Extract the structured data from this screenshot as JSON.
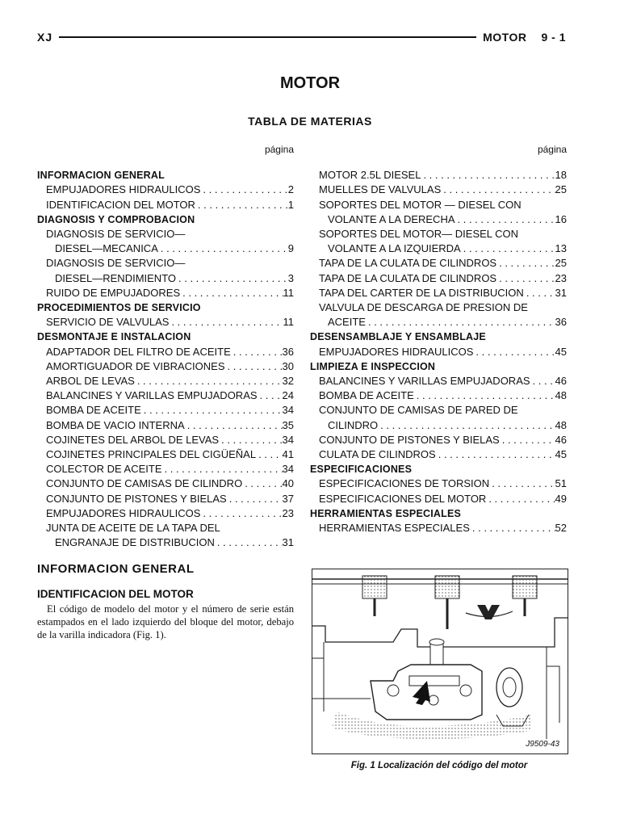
{
  "header": {
    "left": "XJ",
    "section": "MOTOR",
    "page": "9 - 1"
  },
  "title": "MOTOR",
  "toc_title": "TABLA DE MATERIAS",
  "col1": {
    "page_label": "página",
    "items": [
      {
        "type": "section",
        "text": "INFORMACION GENERAL"
      },
      {
        "type": "entry",
        "text": "EMPUJADORES HIDRAULICOS",
        "page": "2"
      },
      {
        "type": "entry",
        "text": "IDENTIFICACION DEL MOTOR",
        "page": "1"
      },
      {
        "type": "section",
        "text": "DIAGNOSIS Y COMPROBACION"
      },
      {
        "type": "line",
        "text": "DIAGNOSIS DE SERVICIO—"
      },
      {
        "type": "entry",
        "indent": 2,
        "text": "DIESEL—MECANICA",
        "page": "9"
      },
      {
        "type": "line",
        "text": "DIAGNOSIS DE SERVICIO—"
      },
      {
        "type": "entry",
        "indent": 2,
        "text": "DIESEL—RENDIMIENTO",
        "page": "3"
      },
      {
        "type": "entry",
        "text": "RUIDO DE EMPUJADORES",
        "page": "11"
      },
      {
        "type": "section",
        "text": "PROCEDIMIENTOS DE SERVICIO"
      },
      {
        "type": "entry",
        "text": "SERVICIO DE VALVULAS",
        "page": "11"
      },
      {
        "type": "section",
        "text": "DESMONTAJE E INSTALACION"
      },
      {
        "type": "entry",
        "text": "ADAPTADOR DEL FILTRO DE ACEITE",
        "page": "36"
      },
      {
        "type": "entry",
        "text": "AMORTIGUADOR DE VIBRACIONES",
        "page": "30"
      },
      {
        "type": "entry",
        "text": "ARBOL DE LEVAS",
        "page": "32"
      },
      {
        "type": "entry",
        "text": "BALANCINES Y VARILLAS EMPUJADORAS",
        "page": "24"
      },
      {
        "type": "entry",
        "text": "BOMBA DE ACEITE",
        "page": "34"
      },
      {
        "type": "entry",
        "text": "BOMBA DE VACIO INTERNA",
        "page": "35"
      },
      {
        "type": "entry",
        "text": "COJINETES DEL ARBOL DE LEVAS",
        "page": "34"
      },
      {
        "type": "entry",
        "text": "COJINETES PRINCIPALES DEL CIGÜEÑAL",
        "page": "41"
      },
      {
        "type": "entry",
        "text": "COLECTOR DE ACEITE",
        "page": "34"
      },
      {
        "type": "entry",
        "text": "CONJUNTO DE CAMISAS DE CILINDRO",
        "page": "40"
      },
      {
        "type": "entry",
        "text": "CONJUNTO DE PISTONES Y BIELAS",
        "page": "37"
      },
      {
        "type": "entry",
        "text": "EMPUJADORES HIDRAULICOS",
        "page": "23"
      },
      {
        "type": "line",
        "text": "JUNTA DE ACEITE DE LA TAPA DEL"
      },
      {
        "type": "entry",
        "indent": 2,
        "text": "ENGRANAJE DE DISTRIBUCION",
        "page": "31"
      }
    ]
  },
  "col2": {
    "page_label": "página",
    "items": [
      {
        "type": "entry",
        "text": "MOTOR 2.5L DIESEL",
        "page": "18"
      },
      {
        "type": "entry",
        "text": "MUELLES DE VALVULAS",
        "page": "25"
      },
      {
        "type": "line",
        "text": "SOPORTES DEL MOTOR — DIESEL CON"
      },
      {
        "type": "entry",
        "indent": 2,
        "text": "VOLANTE A LA DERECHA",
        "page": "16"
      },
      {
        "type": "line",
        "text": "SOPORTES DEL MOTOR— DIESEL CON"
      },
      {
        "type": "entry",
        "indent": 2,
        "text": "VOLANTE A LA IZQUIERDA",
        "page": "13"
      },
      {
        "type": "entry",
        "text": "TAPA DE LA CULATA DE CILINDROS",
        "page": "25"
      },
      {
        "type": "entry",
        "text": "TAPA DE LA CULATA DE CILINDROS",
        "page": "23"
      },
      {
        "type": "entry",
        "text": "TAPA DEL CARTER DE LA DISTRIBUCION",
        "page": "31"
      },
      {
        "type": "line",
        "text": "VALVULA DE DESCARGA DE PRESION DE"
      },
      {
        "type": "entry",
        "indent": 2,
        "text": "ACEITE",
        "page": "36"
      },
      {
        "type": "section",
        "text": "DESENSAMBLAJE Y ENSAMBLAJE"
      },
      {
        "type": "entry",
        "text": "EMPUJADORES HIDRAULICOS",
        "page": "45"
      },
      {
        "type": "section",
        "text": "LIMPIEZA E INSPECCION"
      },
      {
        "type": "entry",
        "text": "BALANCINES Y VARILLAS EMPUJADORAS",
        "page": "46"
      },
      {
        "type": "entry",
        "text": "BOMBA DE ACEITE",
        "page": "48"
      },
      {
        "type": "line",
        "text": "CONJUNTO DE CAMISAS DE PARED DE"
      },
      {
        "type": "entry",
        "indent": 2,
        "text": "CILINDRO",
        "page": "48"
      },
      {
        "type": "entry",
        "text": "CONJUNTO DE PISTONES Y BIELAS",
        "page": "46"
      },
      {
        "type": "entry",
        "text": "CULATA DE CILINDROS",
        "page": "45"
      },
      {
        "type": "section",
        "text": "ESPECIFICACIONES"
      },
      {
        "type": "entry",
        "text": "ESPECIFICACIONES DE TORSION",
        "page": "51"
      },
      {
        "type": "entry",
        "text": "ESPECIFICACIONES DEL MOTOR",
        "page": "49"
      },
      {
        "type": "section",
        "text": "HERRAMIENTAS ESPECIALES"
      },
      {
        "type": "entry",
        "text": "HERRAMIENTAS ESPECIALES",
        "page": "52"
      }
    ]
  },
  "section_heading": "INFORMACION GENERAL",
  "subsection_heading": "IDENTIFICACION DEL MOTOR",
  "body_text": "El código de modelo del motor y el número de serie están estampados en el lado izquierdo del bloque del motor, debajo de la varilla indicadora (Fig. 1).",
  "figure": {
    "id_label": "J9509-43",
    "caption": "Fig. 1 Localización del código del motor"
  }
}
